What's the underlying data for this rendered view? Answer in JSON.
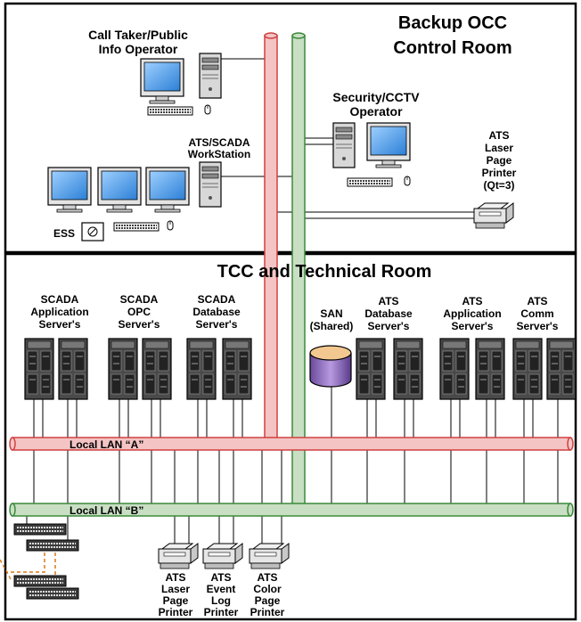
{
  "backup_room": {
    "title_line1": "Backup OCC",
    "title_line2": "Control Room",
    "call_taker_line1": "Call Taker/Public",
    "call_taker_line2": "Info Operator",
    "security_line1": "Security/CCTV",
    "security_line2": "Operator",
    "ats_scada_line1": "ATS/SCADA",
    "ats_scada_line2": "WorkStation",
    "ess_label": "ESS",
    "printer_line1": "ATS",
    "printer_line2": "Laser",
    "printer_line3": "Page",
    "printer_line4": "Printer",
    "printer_line5": "(Qt=3)"
  },
  "tech_room": {
    "title": "TCC and Technical Room",
    "scada_app": [
      "SCADA",
      "Application",
      "Server's"
    ],
    "scada_opc": [
      "SCADA",
      "OPC",
      "Server's"
    ],
    "scada_db": [
      "SCADA",
      "Database",
      "Server's"
    ],
    "san": [
      "SAN",
      "(Shared)"
    ],
    "ats_db": [
      "ATS",
      "Database",
      "Server's"
    ],
    "ats_app": [
      "ATS",
      "Application",
      "Server's"
    ],
    "ats_comm": [
      "ATS",
      "Comm",
      "Server's"
    ]
  },
  "lans": {
    "lan_a": "Local LAN “A”",
    "lan_b": "Local LAN “B”",
    "lan_a_color": "#f4c4c4",
    "lan_a_stroke": "#d04040",
    "lan_b_color": "#c9dfc4",
    "lan_b_stroke": "#3a8a3a"
  },
  "bottom_printers": {
    "laser": [
      "ATS",
      "Laser",
      "Page",
      "Printer"
    ],
    "event": [
      "ATS",
      "Event",
      "Log",
      "Printer"
    ],
    "color": [
      "ATS",
      "Color",
      "Page",
      "Printer"
    ]
  }
}
